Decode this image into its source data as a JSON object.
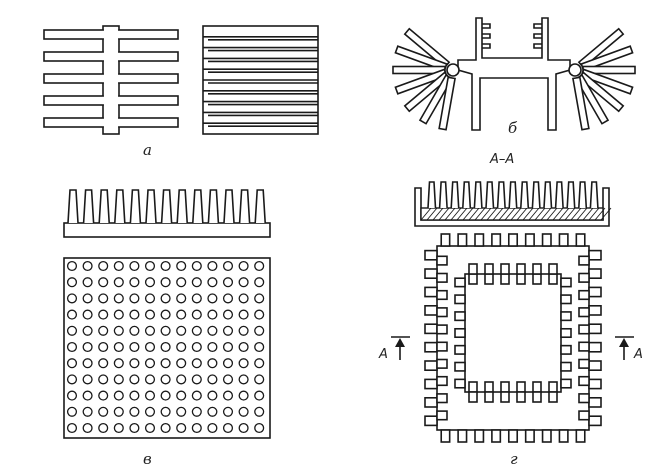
{
  "labels": {
    "a": "а",
    "b": "б",
    "v": "в",
    "g": "г",
    "section_title": "А–А",
    "section_mark_left": "А",
    "section_mark_right": "А"
  },
  "colors": {
    "line": "#1a1a1a",
    "background": "#ffffff"
  }
}
